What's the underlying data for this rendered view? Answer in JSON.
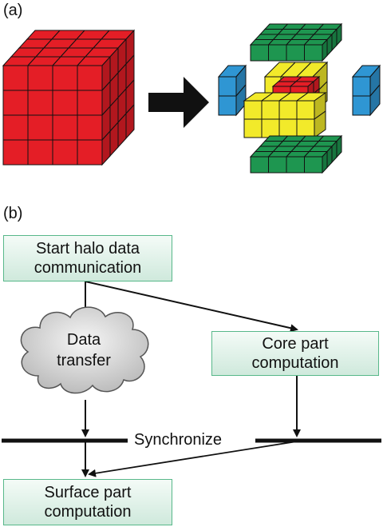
{
  "panel_a": {
    "label": "(a)",
    "colors": {
      "core": "#e41e26",
      "yz_faces": "#2f96d3",
      "xy_faces": "#f2ea2a",
      "xz_faces": "#1e9650",
      "edge": "#111111"
    }
  },
  "panel_b": {
    "label": "(b)",
    "start_box": {
      "line1": "Start halo data",
      "line2": "communication"
    },
    "cloud": {
      "line1": "Data",
      "line2": "transfer"
    },
    "core_box": {
      "line1": "Core part",
      "line2": "computation"
    },
    "sync_label": "Synchronize",
    "surface_box": {
      "line1": "Surface part",
      "line2": "computation"
    },
    "colors": {
      "box_border": "#58b88a",
      "cloud_fill": "#d6d6d6"
    }
  }
}
